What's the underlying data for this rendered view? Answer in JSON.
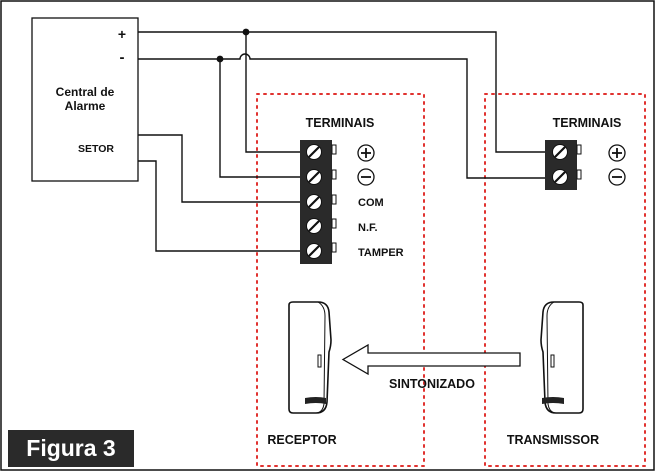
{
  "central": {
    "title_line1": "Central de",
    "title_line2": "Alarme",
    "plus": "+",
    "minus": "-",
    "setor": "SETOR"
  },
  "receptor": {
    "terminals_title": "TERMINAIS",
    "terminal_labels": [
      "COM",
      "N.F.",
      "TAMPER"
    ],
    "label": "RECEPTOR"
  },
  "transmissor": {
    "terminals_title": "TERMINAIS",
    "label": "TRANSMISSOR"
  },
  "beam": {
    "label": "SINTONIZADO"
  },
  "figure": {
    "caption": "Figura 3"
  },
  "colors": {
    "dotted_border": "#e0322f",
    "terminal_block": "#2a2a2a",
    "wire": "#111111"
  }
}
